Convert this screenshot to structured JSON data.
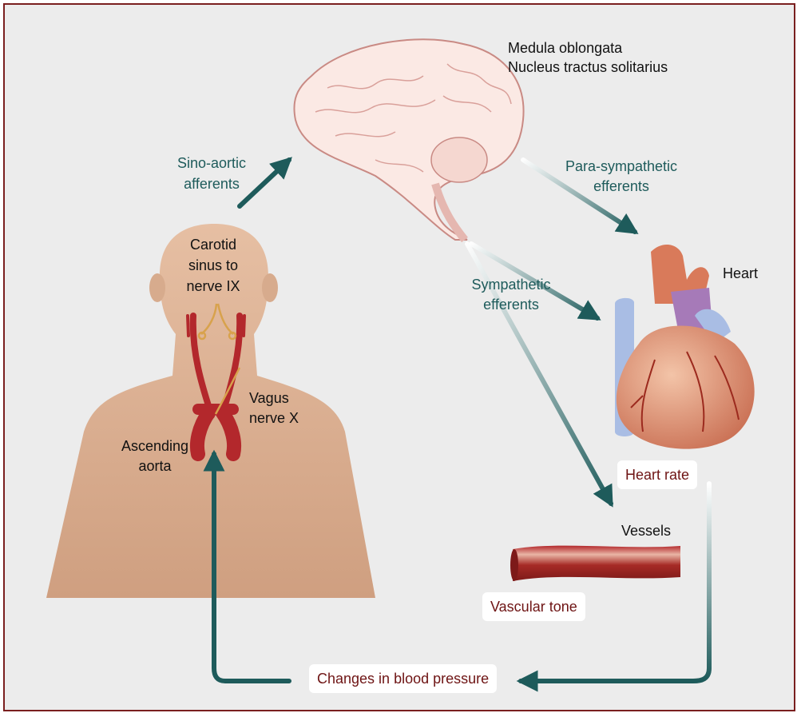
{
  "labels": {
    "brain_line1": "Medula oblongata",
    "brain_line2": "Nucleus tractus solitarius",
    "afferent_line1": "Sino-aortic",
    "afferent_line2": "afferents",
    "parasym_line1": "Para-sympathetic",
    "parasym_line2": "efferents",
    "sym_line1": "Sympathetic",
    "sym_line2": "efferents",
    "carotid_line1": "Carotid",
    "carotid_line2": "sinus to",
    "carotid_line3": "nerve IX",
    "vagus_line1": "Vagus",
    "vagus_line2": "nerve X",
    "aorta_line1": "Ascending",
    "aorta_line2": "aorta",
    "heart": "Heart",
    "vessels": "Vessels"
  },
  "boxes": {
    "heart_rate": "Heart rate",
    "vascular_tone": "Vascular tone",
    "blood_pressure": "Changes in blood pressure"
  },
  "colors": {
    "frame_border": "#7a1f1f",
    "background": "#ececec",
    "arrow_teal": "#1e5b5b",
    "box_text": "#6e1414",
    "skin": "#ddb196",
    "artery": "#b3282c",
    "nerve": "#d8a24c"
  },
  "icons": {
    "brain": "brain-illustration",
    "heart": "heart-illustration",
    "body": "human-torso-illustration",
    "vessel": "blood-vessel-illustration"
  }
}
